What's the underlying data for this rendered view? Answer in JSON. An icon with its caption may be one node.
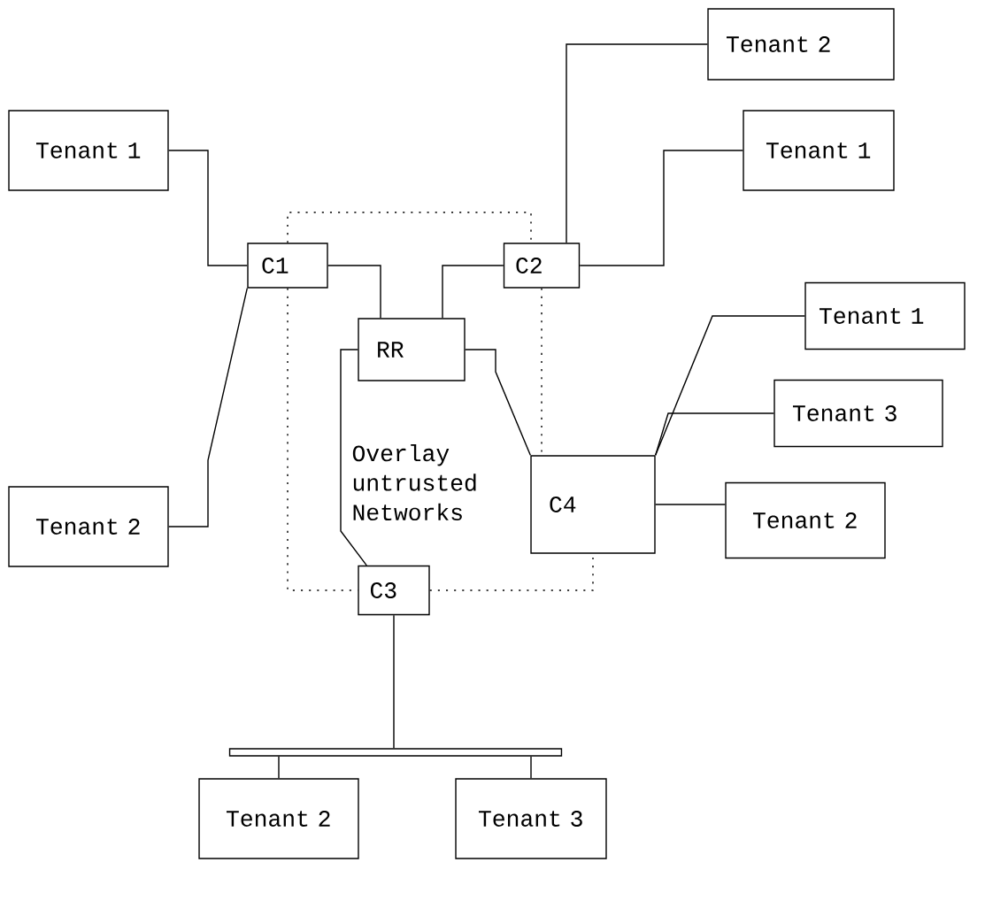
{
  "diagram": {
    "nodes": [
      {
        "text": [
          "Tenant 1"
        ]
      },
      {
        "text": [
          "Tenant 2"
        ]
      },
      {
        "text": [
          "Tenant 2"
        ]
      },
      {
        "text": [
          "Tenant 1"
        ]
      },
      {
        "text": [
          "Tenant 1"
        ]
      },
      {
        "text": [
          "Tenant 3"
        ]
      },
      {
        "text": [
          "Tenant 2"
        ]
      },
      {
        "text": [
          "C1"
        ]
      },
      {
        "text": [
          "C2"
        ]
      },
      {
        "text": [
          "RR"
        ]
      },
      {
        "text": [
          "C3"
        ]
      },
      {
        "text": [
          "C4"
        ]
      },
      {
        "text": [
          "Tenant 2"
        ]
      },
      {
        "text": [
          "Tenant 3"
        ]
      },
      {
        "text": [],
        "shape": "bar"
      }
    ],
    "edges": [
      {
        "from": 0,
        "to": 7,
        "arrow": "none"
      },
      {
        "from": 1,
        "to": 7,
        "arrow": "none"
      },
      {
        "from": 2,
        "to": 8,
        "arrow": "none"
      },
      {
        "from": 3,
        "to": 8,
        "arrow": "none"
      },
      {
        "from": 7,
        "to": 9,
        "arrow": "none"
      },
      {
        "from": 8,
        "to": 9,
        "arrow": "none"
      },
      {
        "from": 9,
        "to": 10,
        "arrow": "none"
      },
      {
        "from": 9,
        "to": 11,
        "arrow": "none"
      },
      {
        "from": 4,
        "to": 11,
        "arrow": "none"
      },
      {
        "from": 5,
        "to": 11,
        "arrow": "none"
      },
      {
        "from": 11,
        "to": 6,
        "arrow": "none"
      },
      {
        "from": 10,
        "to": 14,
        "arrow": "none"
      },
      {
        "from": 14,
        "to": 12,
        "arrow": "none"
      },
      {
        "from": 14,
        "to": 13,
        "arrow": "none"
      },
      {
        "from": 7,
        "to": 8,
        "arrow": "none",
        "style": "dashed"
      },
      {
        "from": 7,
        "to": 10,
        "arrow": "none",
        "style": "dashed"
      },
      {
        "from": 8,
        "to": 11,
        "arrow": "none",
        "style": "dashed"
      },
      {
        "from": 10,
        "to": 11,
        "arrow": "none",
        "style": "dashed"
      }
    ],
    "labels": [
      "Overlay untrusted Networks"
    ]
  }
}
